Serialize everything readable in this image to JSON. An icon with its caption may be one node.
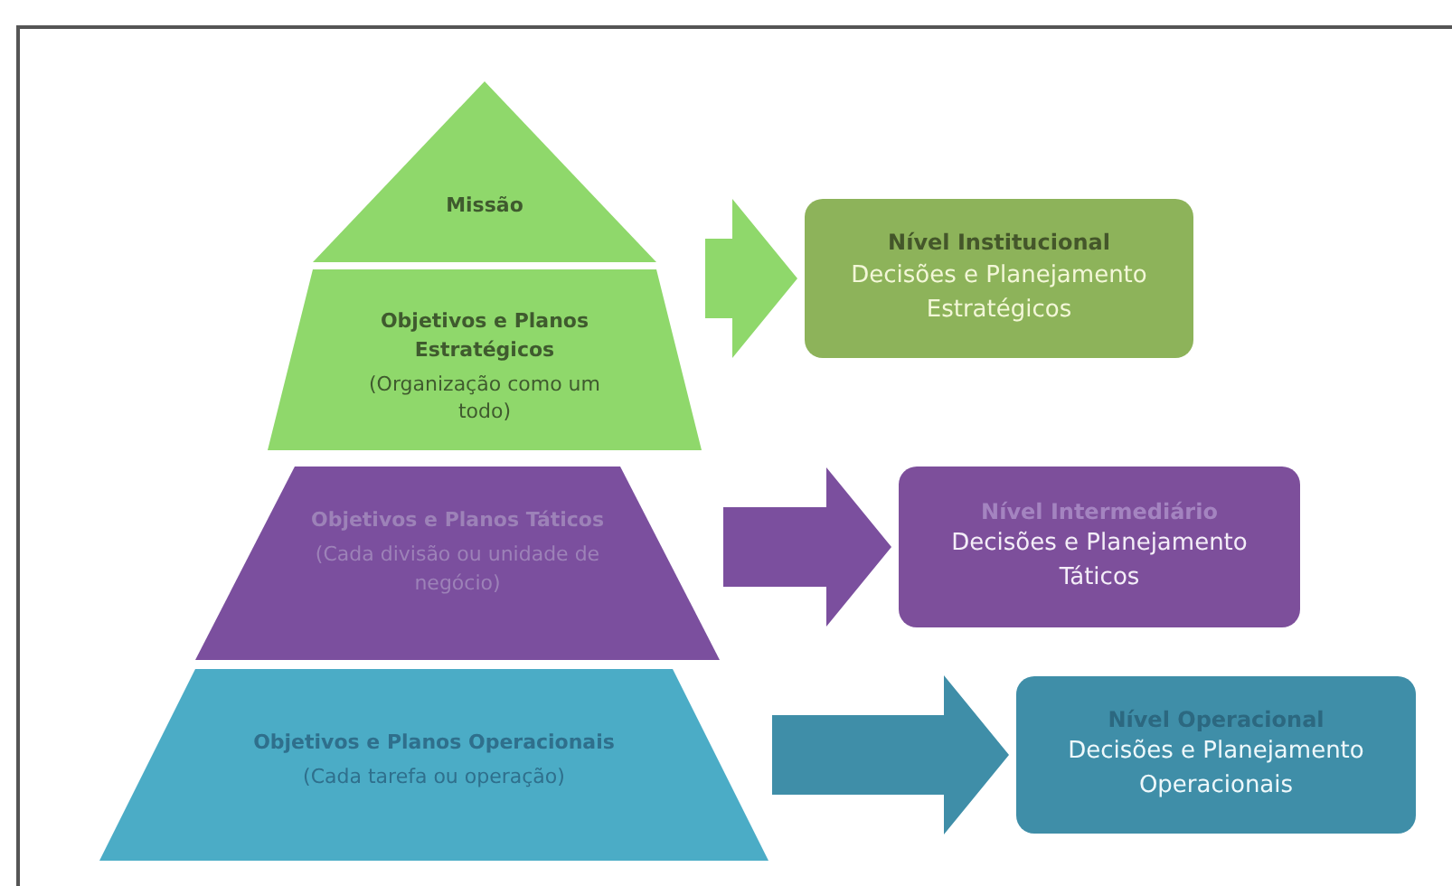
{
  "diagram": {
    "nodes": [
      {
        "text": [
          "Missão"
        ]
      },
      {
        "text": [
          "Objetivos e Planos Estratégicos",
          "(Organização como um todo)"
        ]
      },
      {
        "text": [
          "Objetivos e Planos Táticos",
          "(Cada divisão ou unidade de negócio)"
        ]
      },
      {
        "text": [
          "Objetivos e Planos Operacionais",
          "(Cada tarefa ou operação)"
        ]
      },
      {
        "text": [
          "Nível Institucional",
          "Decisões e Planejamento Estratégicos"
        ]
      },
      {
        "text": [
          "Nível Intermediário",
          "Decisões e Planejamento Táticos"
        ]
      },
      {
        "text": [
          "Nível Operacional",
          "Decisões e Planejamento Operacionais"
        ]
      }
    ],
    "edges": [
      {
        "from": 1,
        "to": 4,
        "arrow": "to",
        "style": "thick",
        "color": "#8fd86b"
      },
      {
        "from": 2,
        "to": 5,
        "arrow": "to",
        "style": "thick",
        "color": "#7b4f9e"
      },
      {
        "from": 3,
        "to": 6,
        "arrow": "to",
        "style": "thick",
        "color": "#3f8ea8"
      }
    ]
  }
}
